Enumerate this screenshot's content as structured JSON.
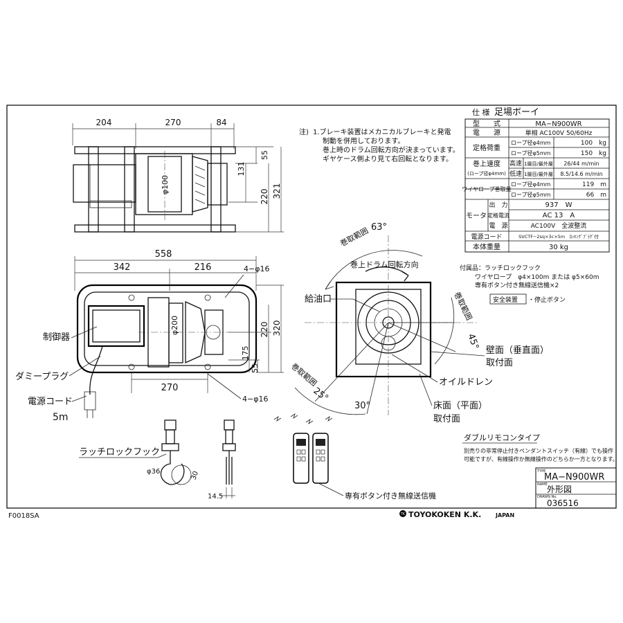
{
  "notes": {
    "header": "注)",
    "lines": [
      "1.ブレーキ装置はメカニカルブレーキと発電",
      "制動を併用しております。",
      "巻上時のドラム回転方向が決まっています。",
      "ギヤケース側より見て右回転となります。"
    ]
  },
  "dims": {
    "top_w1": "204",
    "top_w2": "270",
    "top_w3": "84",
    "top_h1": "55",
    "top_h2": "131",
    "top_h3": "220",
    "top_h4": "321",
    "drum_dia": "φ100",
    "front_total": "558",
    "front_w1": "342",
    "front_w2": "216",
    "hole_top": "4−φ16",
    "hole_bottom": "4−φ16",
    "drum_dia2": "φ200",
    "front_h1": "175",
    "front_h2": "55",
    "front_h3": "220",
    "front_h4": "320",
    "front_base": "270",
    "hook_d1": "φ36",
    "hook_d2": "30",
    "hook_w": "14.5"
  },
  "labels": {
    "controller": "制御器",
    "dummy_plug": "ダミープラグ",
    "power_cord": "電源コード",
    "cord_len": "5m",
    "latch_hook": "ラッチロックフック",
    "wireless_tx": "専有ボタン付き無線送信機",
    "oil_inlet": "給油口",
    "drum_dir": "巻上ドラム回転方向",
    "range1": "巻取範囲",
    "range2": "巻取範囲",
    "range3": "巻取範囲",
    "ang63": "63°",
    "ang45": "45°",
    "ang25": "25°",
    "ang30": "30°",
    "wall1": "壁面（垂直面）",
    "wall2": "取付面",
    "oil_drain": "オイルドレン",
    "floor1": "床面（平面）",
    "floor2": "取付面"
  },
  "spec": {
    "title_a": "仕 様",
    "title_b": "足場ボーイ",
    "rows": [
      {
        "k": "型　　式",
        "v": "MA−N900WR"
      },
      {
        "k": "電　　源",
        "v": "単相 AC100V 50/60Hz"
      },
      {
        "k": "定格荷重",
        "sub1": "ロープ径φ4mm",
        "v1": "100　kg",
        "sub2": "ロープ径φ5mm",
        "v2": "150　kg"
      },
      {
        "k": "巻上速度",
        "k2": "(ロープ径φ4mm)",
        "hi": "高速",
        "hiv": "1層目/最外層",
        "hival": "26/44 m/min",
        "lo": "低速",
        "lov": "1層目/最外層",
        "loval": "8.5/14.6 m/min"
      },
      {
        "k": "ワイヤロープ巻取量",
        "sub1": "ロープ径φ4mm",
        "v1": "119　m",
        "sub2": "ロープ径φ5mm",
        "v2": "66　m"
      },
      {
        "k": "モータ",
        "m1": "出　力",
        "m1v": "937　W",
        "m2": "定格電流",
        "m2v": "AC 13　A",
        "m3": "電　源",
        "m3v": "AC100V　全波整流"
      },
      {
        "k": "電源コード",
        "v": "SVCTF−2sq×3c×5m　ﾛｯｷﾝｸﾞﾌﾟﾗｸﾞ付"
      },
      {
        "k": "本体重量",
        "v": "30 kg"
      }
    ],
    "acc_head": "付属品：ラッチロックフック",
    "acc1": "ワイヤロープ　φ4×100m または φ5×60m",
    "acc2": "専有ボタン付き無線送信機×2",
    "safety_box": "安全装置",
    "safety_val": "・停止ボタン"
  },
  "remote": {
    "title": "ダブルリモコンタイプ",
    "l1": "別売りの非常停止付きペンダントスイッチ（有線）でも操作",
    "l2": "可能ですが、有線操作か無線操作のどちらか一方となります。"
  },
  "titleblock": {
    "type_lbl": "TYPE",
    "type_val": "MA−N900WR",
    "name_lbl": "NAME",
    "name_val": "外形図",
    "drawn_lbl": "DRAWN No.",
    "drawn_val": "036516"
  },
  "footer": {
    "code": "F0018SA",
    "company": "TOYOKOKEN  K.K.",
    "country": "JAPAN"
  }
}
